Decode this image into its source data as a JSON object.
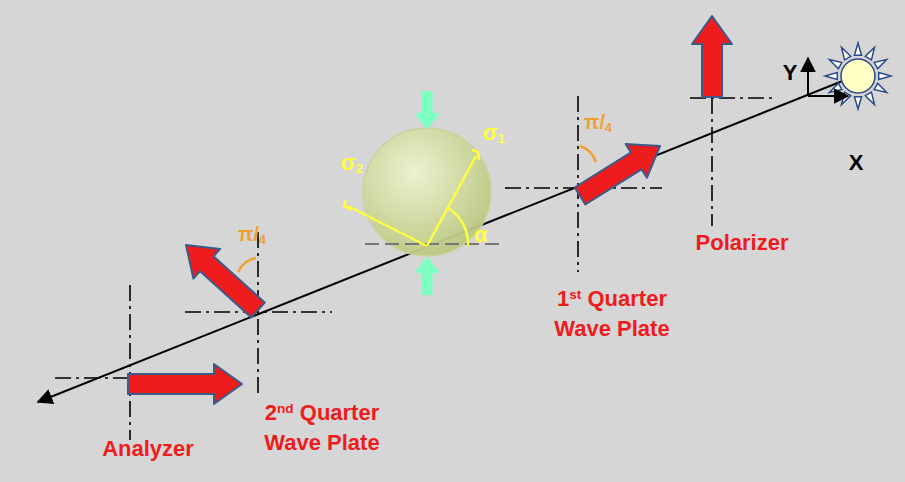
{
  "diagram": {
    "labels": [
      "Y",
      "X",
      "Polarizer",
      "π/4",
      "1st Quarter Wave Plate",
      "σ1",
      "σ2",
      "α",
      "π/4",
      "2nd Quarter Wave Plate",
      "Analyzer"
    ]
  }
}
